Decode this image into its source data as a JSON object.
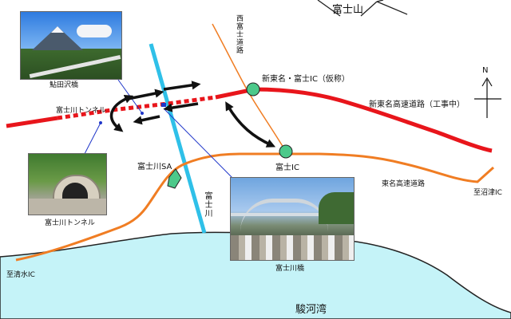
{
  "labels": {
    "fuji_mountain": "富士山",
    "nishi_fuji_road": "西富士道路",
    "shin_tomei_fuji_ic": "新東名・富士IC（仮称）",
    "shin_tomei_expressway": "新東名高速道路（工事中）",
    "fujikawa_tunnel_on_map": "富士川トンネル",
    "ayu_bridge": "鮎田沢橋",
    "fujikawa_sa": "富士川SA",
    "fuji_ic": "富士IC",
    "tomei_expressway": "東名高速道路",
    "to_numazu_ic": "至沼津IC",
    "fujikawa_river": "富士川",
    "fujikawa_tunnel_photo": "富士川トンネル",
    "fujikawa_bridge_photo": "富士川橋",
    "to_shimizu_ic": "至清水IC",
    "suruga_bay": "駿河湾",
    "north": "N"
  },
  "colors": {
    "new_expressway": "#e8151b",
    "tomei_expressway": "#f07d23",
    "river": "#2fc0e8",
    "bay": "#c5f3f8",
    "interchange": "#4cc98a"
  },
  "icons": {
    "north_arrow": "north-arrow-icon",
    "interchange": "interchange-marker-icon"
  }
}
